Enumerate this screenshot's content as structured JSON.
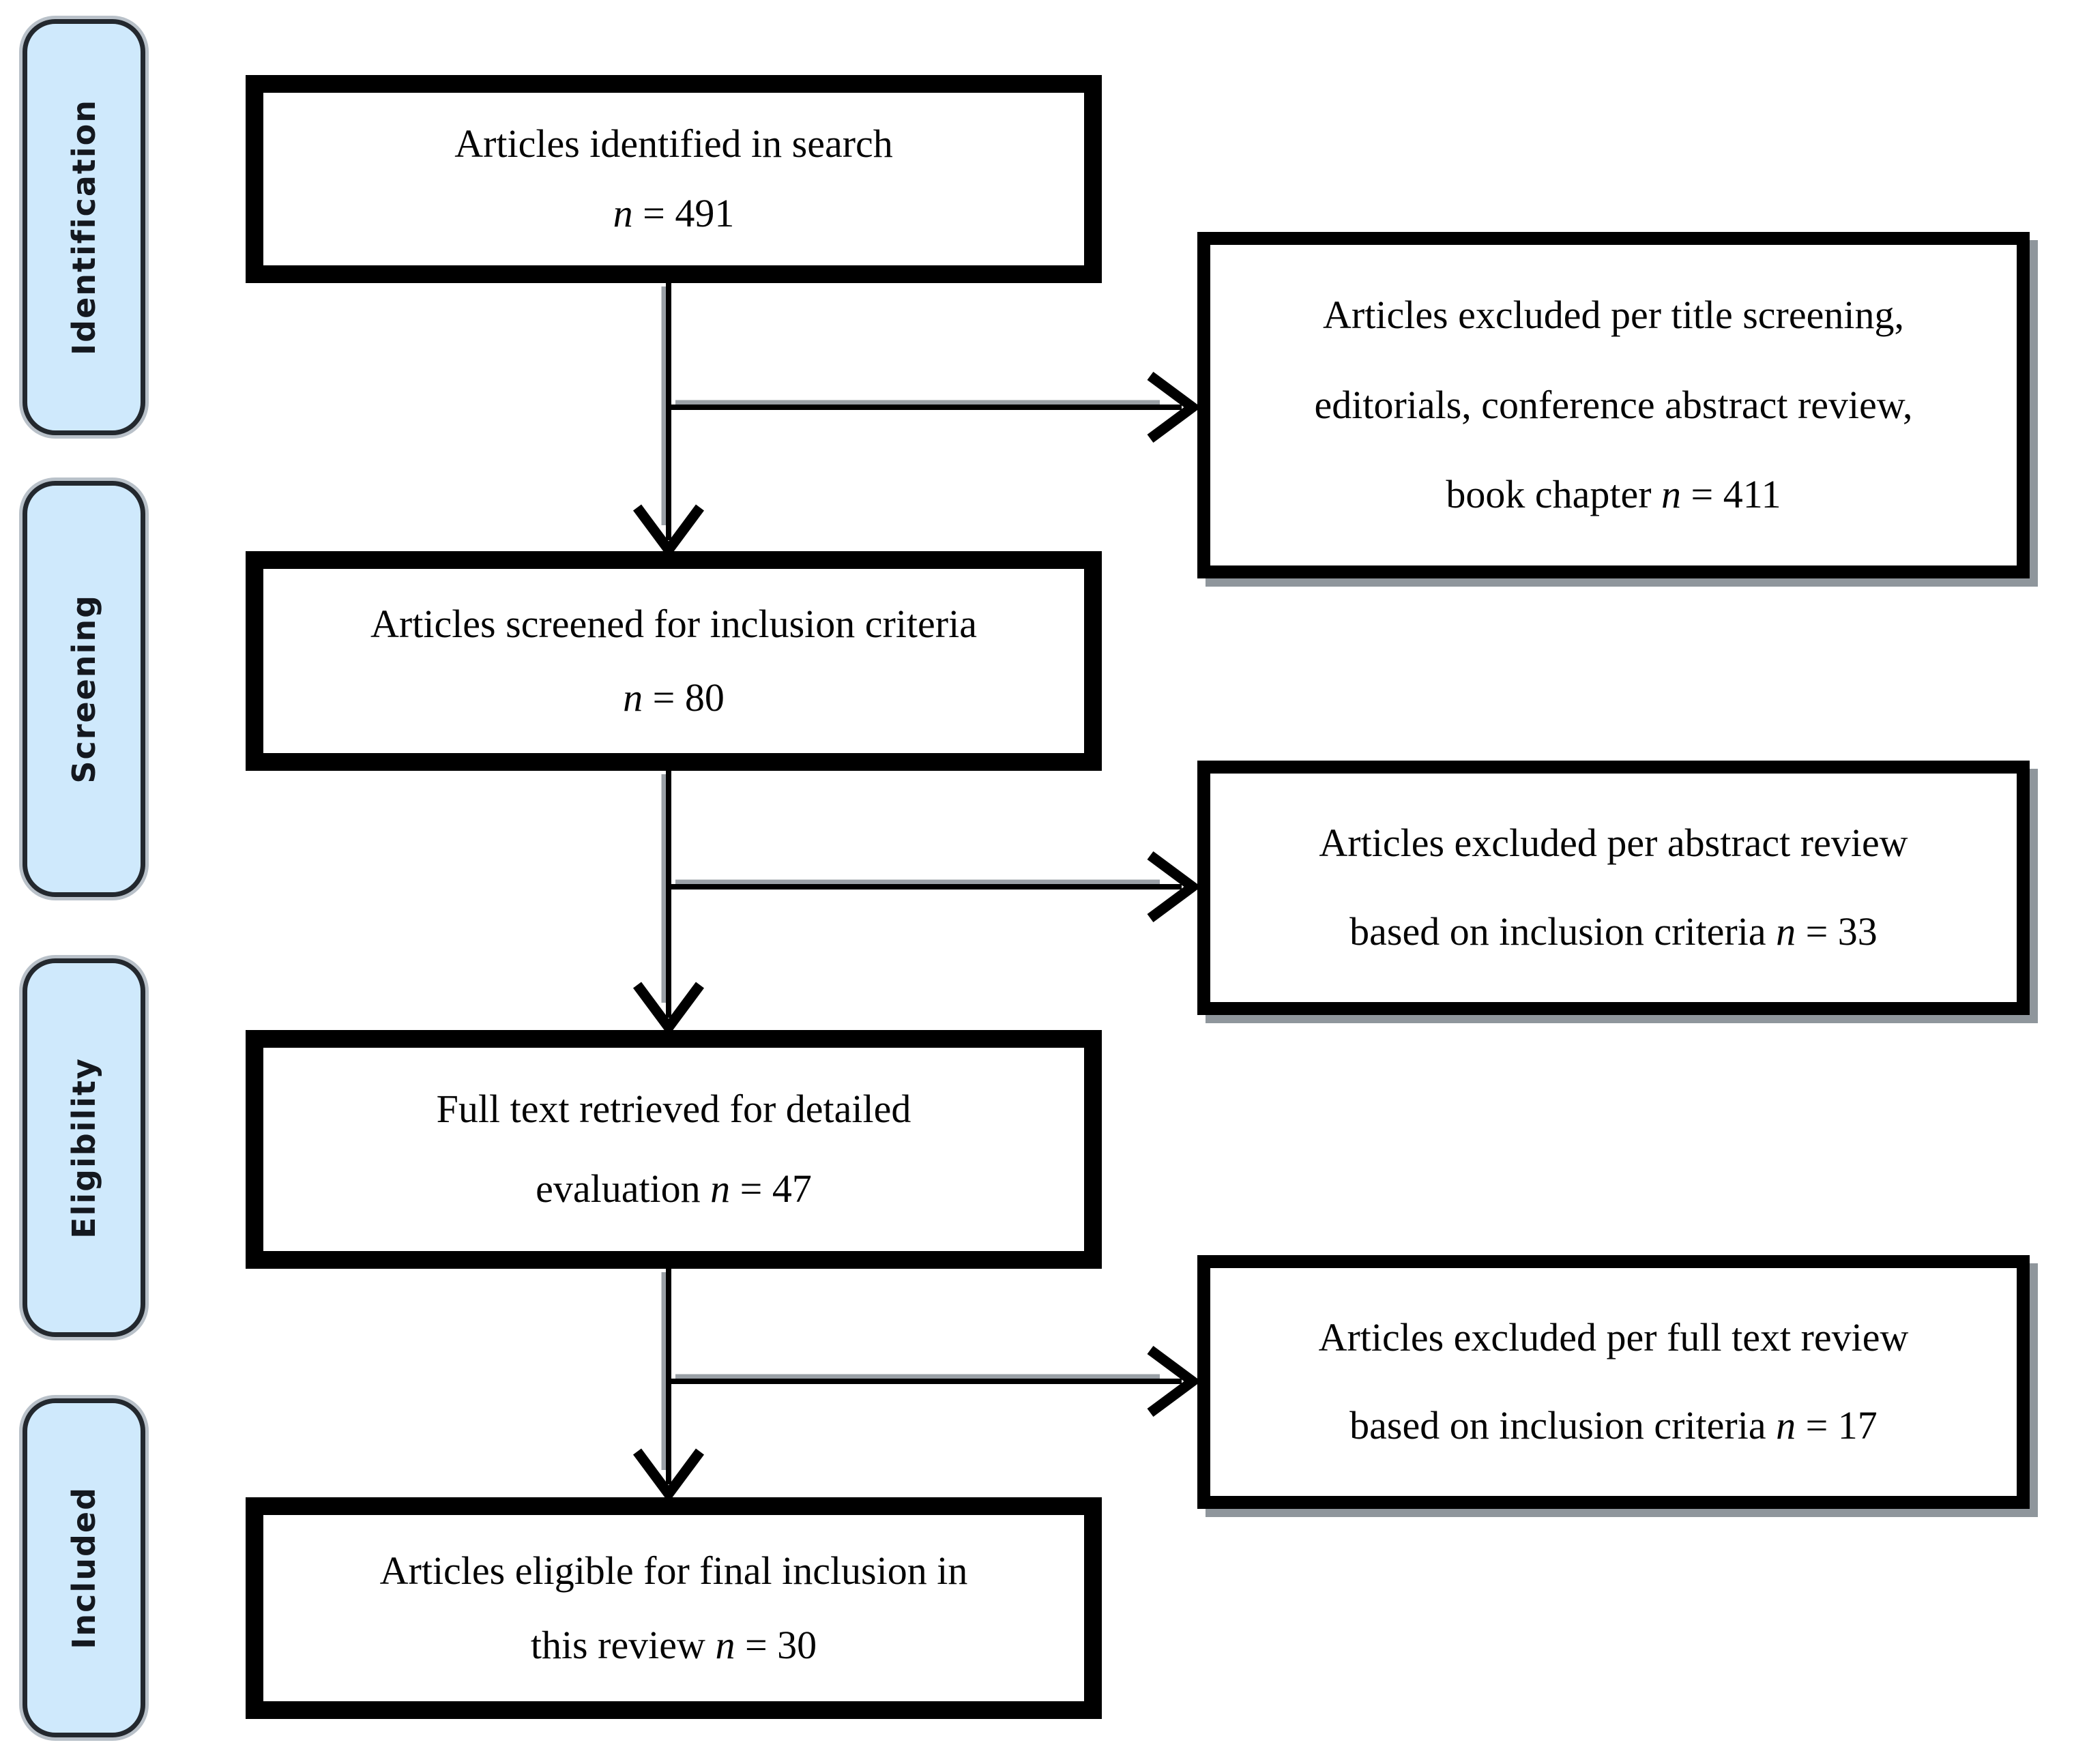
{
  "diagram": {
    "kind": "article-selection-flow",
    "colors": {
      "pill_fill": "#cfe9fc",
      "pill_border": "#23282e",
      "pill_ring": "#b9c1c9",
      "box_border": "#000000",
      "text": "#050505",
      "shadow": "#8f969c"
    },
    "sidebar": {
      "stages": [
        {
          "label": "Identification"
        },
        {
          "label": "Screening"
        },
        {
          "label": "Eligibility"
        },
        {
          "label": "Included"
        }
      ]
    },
    "main_boxes": [
      {
        "line1": "Articles identified in search",
        "pre": "",
        "n": "n",
        "post": " = 491"
      },
      {
        "line1": "Articles screened for inclusion criteria",
        "pre": "",
        "n": "n",
        "post": " = 80"
      },
      {
        "line1": "Full text retrieved for detailed",
        "pre": "evaluation ",
        "n": "n",
        "post": " = 47"
      },
      {
        "line1": "Articles eligible for final inclusion in",
        "pre": "this review ",
        "n": "n",
        "post": " = 30"
      }
    ],
    "side_boxes": [
      {
        "lines": [
          "Articles excluded per title screening,",
          "editorials, conference abstract review,"
        ],
        "pre": "book chapter ",
        "n": "n",
        "post": " = 411"
      },
      {
        "lines": [
          "Articles excluded per abstract review"
        ],
        "pre": "based on inclusion criteria ",
        "n": "n",
        "post": " = 33"
      },
      {
        "lines": [
          "Articles excluded per full text review"
        ],
        "pre": "based on inclusion criteria ",
        "n": "n",
        "post": " = 17"
      }
    ]
  }
}
